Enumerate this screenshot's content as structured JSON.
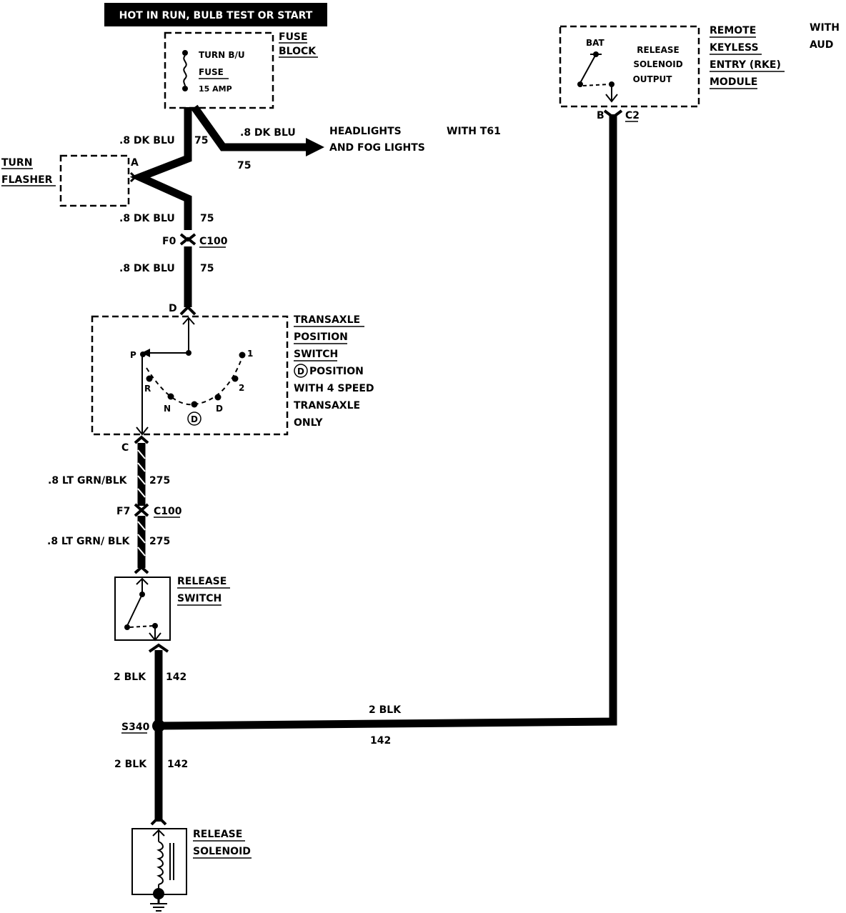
{
  "header": {
    "power_label": "HOT IN RUN, BULB TEST OR START"
  },
  "fuse_block": {
    "title_line1": "FUSE",
    "title_line2": "BLOCK",
    "fuse_name_line1": "TURN B/U",
    "fuse_name_line2": "FUSE",
    "rating": "15 AMP"
  },
  "rke_module": {
    "title_line1": "REMOTE",
    "title_line2": "KEYLESS",
    "title_line3": "ENTRY (RKE)",
    "title_line4": "MODULE",
    "bat_label": "BAT",
    "output_line1": "RELEASE",
    "output_line2": "SOLENOID",
    "output_line3": "OUTPUT",
    "note_line1": "WITH",
    "note_line2": "AUD",
    "pin": "B",
    "connector": "C2"
  },
  "headlights": {
    "wire": ".8 DK BLU",
    "circuit": "75",
    "dest_line1": "HEADLIGHTS",
    "dest_line2": "AND FOG LIGHTS",
    "note": "WITH T61"
  },
  "turn_flasher": {
    "title_line1": "TURN",
    "title_line2": "FLASHER",
    "pin": "A"
  },
  "wires": {
    "w1": {
      "color": ".8 DK BLU",
      "circuit": "75"
    },
    "w2": {
      "color": ".8 DK BLU",
      "circuit": "75"
    },
    "w3": {
      "color": ".8 DK BLU",
      "circuit": "75"
    },
    "w4": {
      "color": ".8 LT GRN/BLK",
      "circuit": "275"
    },
    "w5": {
      "color": ".8 LT GRN/ BLK",
      "circuit": "275"
    },
    "w6": {
      "color": "2 BLK",
      "circuit": "142"
    },
    "w7": {
      "color": "2 BLK",
      "circuit": "142"
    },
    "w8": {
      "color": "2 BLK",
      "circuit": "142"
    }
  },
  "connectors": {
    "c100_a_pin": "F0",
    "c100_a_name": "C100",
    "c100_b_pin": "F7",
    "c100_b_name": "C100"
  },
  "transaxle_switch": {
    "title_line1": "TRANSAXLE",
    "title_line2": "POSITION",
    "title_line3": "SWITCH",
    "note_line1": "POSITION",
    "note_line2": "WITH 4 SPEED",
    "note_line3": "TRANSAXLE",
    "note_line4": "ONLY",
    "circled_letter": "D",
    "pin_in": "D",
    "pin_out": "C",
    "positions": {
      "p": "P",
      "r": "R",
      "n": "N",
      "d": "D",
      "d_circled": "D",
      "two": "2",
      "one": "1"
    }
  },
  "release_switch": {
    "title_line1": "RELEASE",
    "title_line2": "SWITCH"
  },
  "splice": {
    "name": "S340"
  },
  "release_solenoid": {
    "title_line1": "RELEASE",
    "title_line2": "SOLENOID"
  }
}
